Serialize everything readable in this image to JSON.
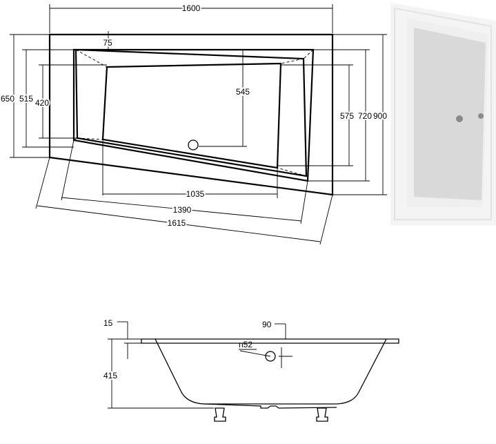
{
  "plan_view": {
    "dimensions": {
      "overall_width": "1600",
      "rim_offset": "75",
      "depth_left_outer": "650",
      "depth_left_mid": "515",
      "depth_left_inner": "420",
      "drain_depth": "545",
      "depth_right_inner": "575",
      "depth_right_mid": "720",
      "depth_right_outer": "900",
      "bottom_inner": "1035",
      "bottom_mid": "1390",
      "bottom_outer": "1615"
    }
  },
  "side_view": {
    "dimensions": {
      "rim_thickness": "15",
      "rim_top": "90",
      "overflow": "n52",
      "height": "415"
    }
  },
  "photo": {
    "colors": {
      "shell": "#f4f4f4",
      "shade": "#d9d9d9",
      "fitting": "#8a8a8a"
    }
  }
}
